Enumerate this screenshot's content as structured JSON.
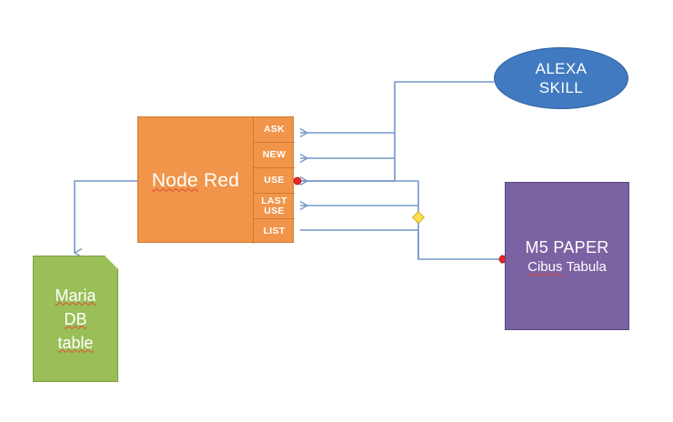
{
  "diagram": {
    "title": "Node Red / Alexa Skill / M5 Paper integration diagram",
    "colors": {
      "node_red_fill": "#F0954A",
      "node_red_border": "#D07B32",
      "alexa_fill": "#417AC0",
      "alexa_border": "#2F5E9B",
      "m5_fill": "#7B62A3",
      "m5_border": "#5B4480",
      "maria_fill": "#9ABF57",
      "maria_border": "#7D9C42",
      "connector": "#7596C8",
      "endpoint_dot": "#E8262A",
      "waypoint_diamond": "#FFE14D",
      "spellcheck_underline": "#E24B3C",
      "background": "#FFFFFF"
    }
  },
  "nodes": {
    "node_red": {
      "label_part1": "Node",
      "label_part2": "Red",
      "endpoints": [
        {
          "id": "ask",
          "label": "ASK"
        },
        {
          "id": "new",
          "label": "NEW"
        },
        {
          "id": "use",
          "label": "USE"
        },
        {
          "id": "last_use",
          "label": "LAST\nUSE"
        },
        {
          "id": "list",
          "label": "LIST"
        }
      ]
    },
    "alexa_skill": {
      "line1": "ALEXA",
      "line2": "SKILL"
    },
    "m5_paper": {
      "title": "M5 PAPER",
      "subtitle_part1": "Cibus",
      "subtitle_part2": "Tabula"
    },
    "maria_db": {
      "line1": "Maria",
      "line2": "DB",
      "line3": "table"
    }
  },
  "connectors": [
    {
      "id": "alexa-to-ask",
      "from": "alexa_skill",
      "to": "node_red.ask",
      "arrow": "to",
      "style": "orthogonal"
    },
    {
      "id": "alexa-to-new",
      "from": "alexa_skill",
      "to": "node_red.new",
      "arrow": "to",
      "style": "orthogonal"
    },
    {
      "id": "alexa-to-use",
      "from": "alexa_skill",
      "to": "node_red.use",
      "arrow": "to",
      "style": "orthogonal"
    },
    {
      "id": "m5-to-last-use",
      "from": "m5_paper",
      "to": "node_red.last_use",
      "arrow": "to",
      "style": "orthogonal"
    },
    {
      "id": "list-to-m5",
      "from": "node_red.list",
      "to": "m5_paper",
      "arrow": "to",
      "style": "orthogonal"
    },
    {
      "id": "node-red-to-maria",
      "from": "node_red",
      "to": "maria_db",
      "arrow": "to",
      "style": "orthogonal"
    }
  ]
}
